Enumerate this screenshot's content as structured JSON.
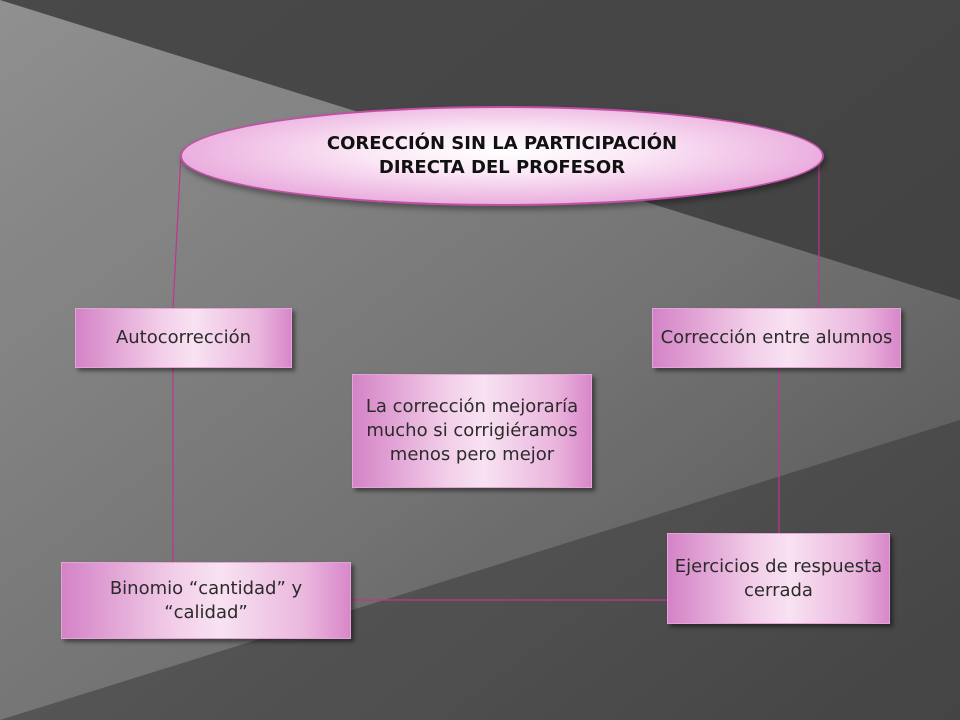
{
  "colors": {
    "background_light": "#8a8a8a",
    "background_dark": "#3c3c3c",
    "accent_pink": "#d86fbd",
    "connector": "#c0358f",
    "text": "#2b2b2b"
  },
  "diagram": {
    "title": {
      "line1": "CORECCIÓN SIN LA PARTICIPACIÓN",
      "line2": "DIRECTA DEL PROFESOR"
    },
    "nodes": {
      "autocorreccion": "Autocorrección",
      "correccion_entre_alumnos": "Corrección entre alumnos",
      "mejoraria": "La corrección mejoraría mucho si corrigiéramos menos  pero mejor",
      "binomio": "Binomio “cantidad” y “calidad”",
      "ejercicios": "Ejercicios de respuesta cerrada"
    }
  }
}
